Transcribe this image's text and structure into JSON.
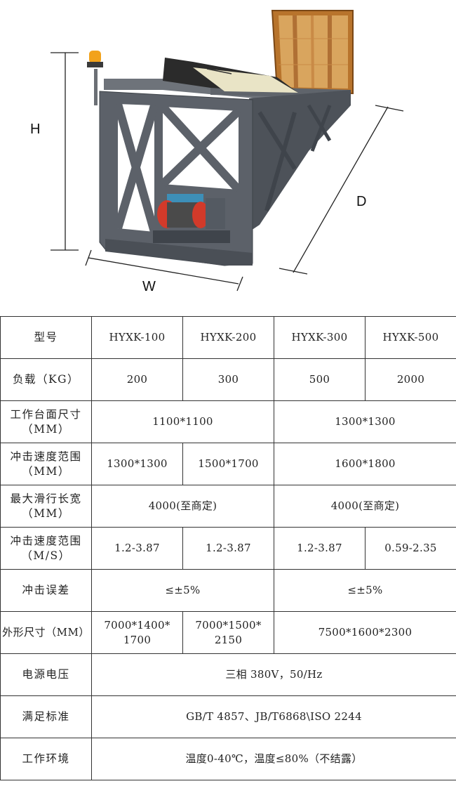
{
  "figure": {
    "label_h": "H",
    "label_w": "W",
    "label_d": "D",
    "colors": {
      "frame": "#5c6169",
      "frame_dark": "#3f444b",
      "board": "#c98a3c",
      "carriage": "#e9e4c6",
      "motor_blue": "#3d8fb8",
      "drum_red": "#d23a2a",
      "beacon": "#f2a21b"
    }
  },
  "table": {
    "model": {
      "label": "型号",
      "v1": "HYXK-100",
      "v2": "HYXK-200",
      "v3": "HYXK-300",
      "v4": "HYXK-500"
    },
    "load": {
      "label": "负载（KG）",
      "v1": "200",
      "v2": "300",
      "v3": "500",
      "v4": "2000"
    },
    "table_size": {
      "label1": "工作台面尺寸",
      "label2": "（MM）",
      "v12": "1100*1100",
      "v34": "1300*1300"
    },
    "impact_range_mm": {
      "label1": "冲击速度范围",
      "label2": "（MM）",
      "v1": "1300*1300",
      "v2": "1500*1700",
      "v34": "1600*1800"
    },
    "slide_length": {
      "label1": "最大滑行长宽",
      "label2": "（MM）",
      "v12": "4000(至商定)",
      "v34": "4000(至商定)"
    },
    "impact_range_ms": {
      "label1": "冲击速度范围",
      "label2": "（M/S）",
      "v1": "1.2-3.87",
      "v2": "1.2-3.87",
      "v3": "1.2-3.87",
      "v4": "0.59-2.35"
    },
    "impact_error": {
      "label": "冲击误差",
      "v12": "≤±5%",
      "v34": "≤±5%"
    },
    "dimensions": {
      "label": "外形尺寸（MM）",
      "v1a": "7000*1400*",
      "v1b": "1700",
      "v2a": "7000*1500*",
      "v2b": "2150",
      "v34": "7500*1600*2300"
    },
    "power": {
      "label": "电源电压",
      "value": "三相 380V，50/Hz"
    },
    "standard": {
      "label": "满足标准",
      "value": "GB/T 4857、JB/T6868\\ISO 2244"
    },
    "environment": {
      "label": "工作环境",
      "value": "温度0-40℃，温度≤80%（不结露）"
    }
  }
}
